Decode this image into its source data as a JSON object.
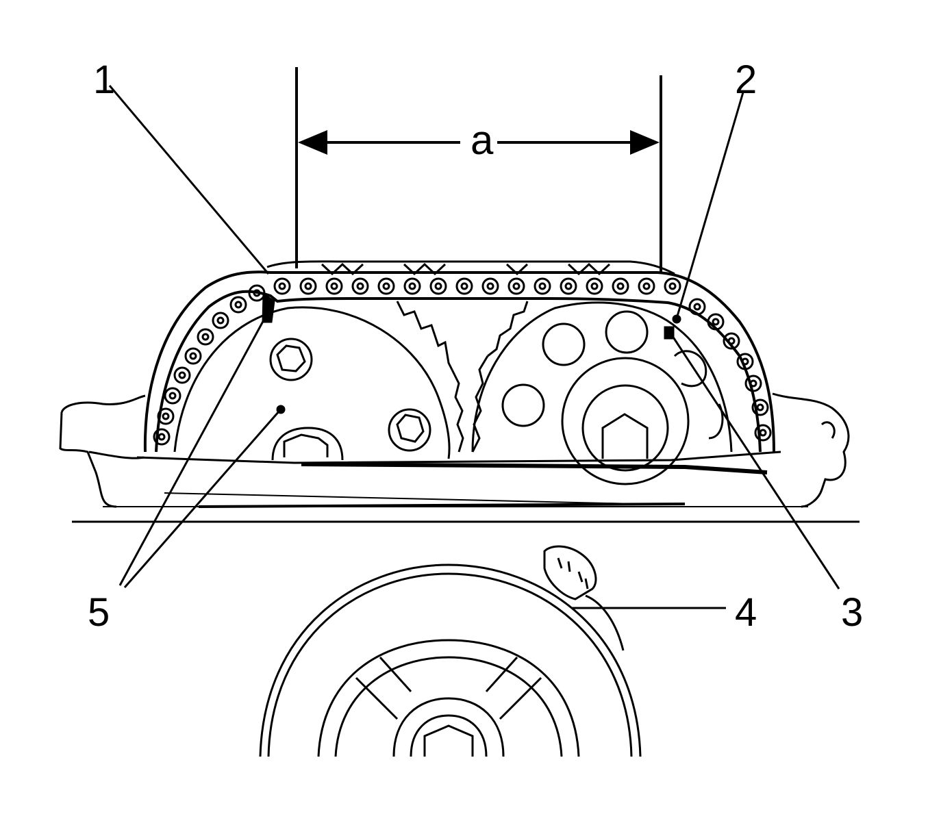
{
  "diagram": {
    "labels": {
      "item1": "1",
      "item2": "2",
      "item3": "3",
      "item4": "4",
      "item5": "5",
      "dimension": "a"
    },
    "colors": {
      "line": "#000000",
      "background": "#ffffff"
    }
  }
}
